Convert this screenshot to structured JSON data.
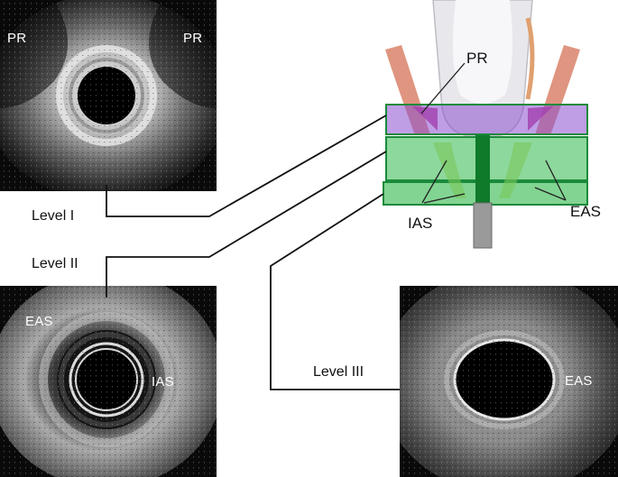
{
  "panels": {
    "level1": {
      "labels": {
        "pr_left": "PR",
        "pr_right": "PR"
      }
    },
    "level2": {
      "labels": {
        "eas": "EAS",
        "ias": "IAS"
      }
    },
    "level3": {
      "labels": {
        "eas": "EAS"
      }
    }
  },
  "levels": {
    "level1": "Level I",
    "level2": "Level II",
    "level3": "Level III"
  },
  "diagram": {
    "pr": "PR",
    "ias": "IAS",
    "eas": "EAS"
  },
  "colors": {
    "band_purple": "#8a4fd0",
    "band_green": "#2fb84a",
    "band_border": "#1a8a3a",
    "muscle_red": "#d9826a",
    "pr_magenta": "#c0308a"
  }
}
